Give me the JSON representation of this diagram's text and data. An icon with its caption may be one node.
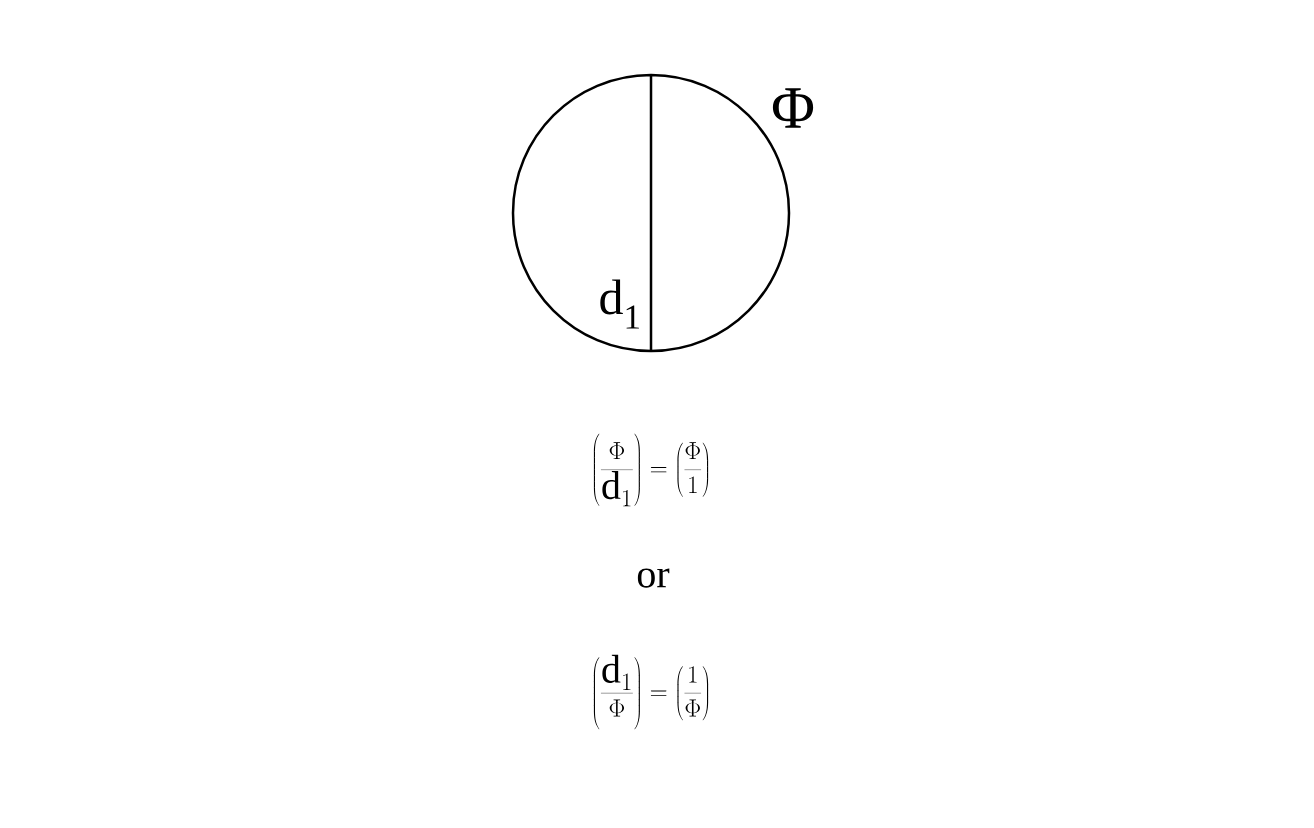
{
  "diagram": {
    "labels": [
      "Φ",
      "d$_{1}$",
      "\\left(\\frac{\\Phi}{\\mathrm{d}_{1}}\\right)=\\left(\\frac{\\Phi}{1}\\right)",
      "or",
      "\\left(\\frac{\\mathrm{d}_{1}}{\\Phi}\\right)=\\left(\\frac{1}{\\Phi}\\right)"
    ]
  }
}
